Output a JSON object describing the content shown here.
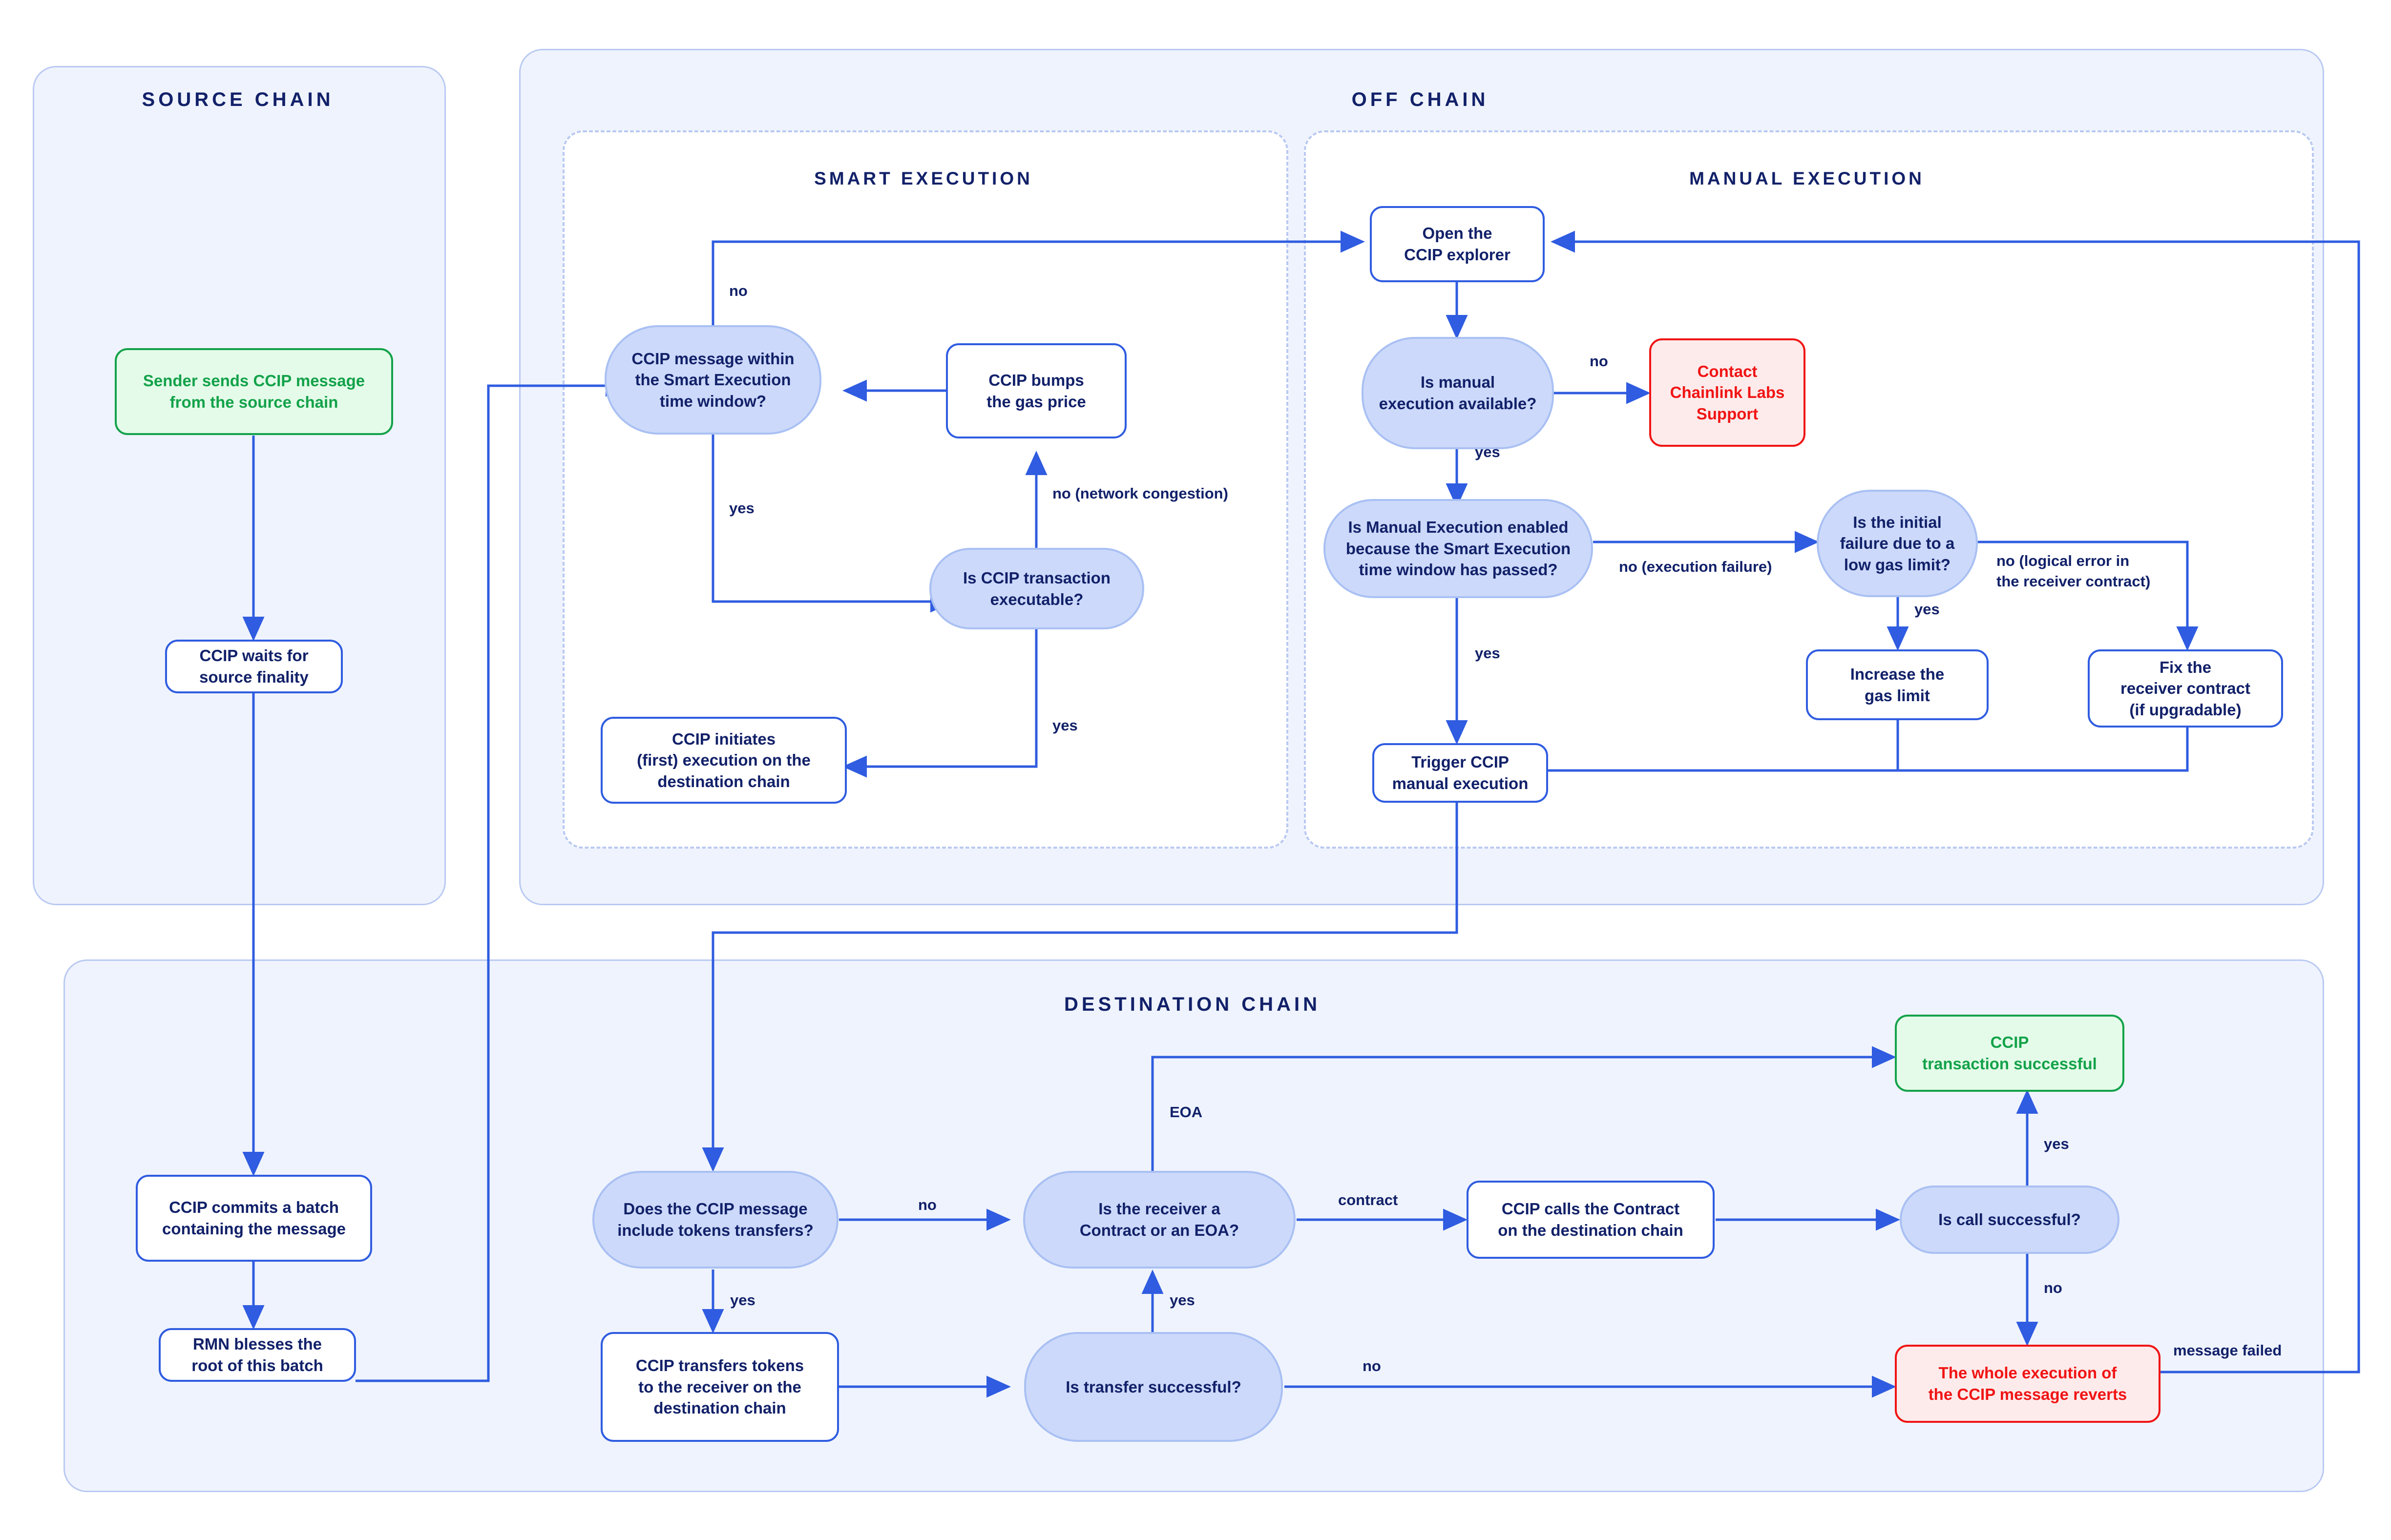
{
  "lanes": [
    {
      "id": "source-chain",
      "title": "SOURCE CHAIN"
    },
    {
      "id": "off-chain",
      "title": "OFF CHAIN"
    },
    {
      "id": "destination-chain",
      "title": "DESTINATION CHAIN"
    }
  ],
  "sublanes": [
    {
      "id": "smart-execution",
      "title": "SMART EXECUTION"
    },
    {
      "id": "manual-execution",
      "title": "MANUAL EXECUTION"
    }
  ],
  "nodes": {
    "sender_sends": "Sender sends CCIP message\nfrom the source chain",
    "waits_finality": "CCIP waits for\nsource finality",
    "commits_batch": "CCIP commits a batch\ncontaining the message",
    "rmn_blesses": "RMN blesses the\nroot of this batch",
    "within_window": "CCIP message within\nthe Smart Execution\ntime window?",
    "bumps_gas": "CCIP bumps\nthe gas price",
    "tx_executable": "Is CCIP transaction\nexecutable?",
    "initiates_exec": "CCIP initiates\n(first) execution on the\ndestination chain",
    "open_explorer": "Open the\nCCIP explorer",
    "manual_available": "Is manual\nexecution available?",
    "contact_support": "Contact\nChainlink Labs\nSupport",
    "manual_enabled": "Is Manual Execution enabled\nbecause the Smart Execution\ntime window has passed?",
    "initial_failure": "Is the initial\nfailure due to a\nlow gas limit?",
    "increase_gas": "Increase the\ngas limit",
    "fix_receiver": "Fix the\nreceiver contract\n(if upgradable)",
    "trigger_manual": "Trigger CCIP\nmanual execution",
    "include_tokens": "Does the CCIP message\ninclude tokens transfers?",
    "transfers_tokens": "CCIP transfers tokens\nto the receiver on the\ndestination chain",
    "transfer_successful": "Is transfer successful?",
    "receiver_type": "Is the receiver a\nContract or an EOA?",
    "calls_contract": "CCIP calls the Contract\non the destination chain",
    "call_successful": "Is call successful?",
    "tx_successful": "CCIP\ntransaction successful",
    "reverts": "The whole execution of\nthe CCIP message reverts"
  },
  "edge_labels": {
    "window_no": "no",
    "window_yes": "yes",
    "executable_no": "no (network congestion)",
    "executable_yes": "yes",
    "manual_available_no": "no",
    "manual_available_yes": "yes",
    "manual_enabled_no": "no (execution failure)",
    "manual_enabled_yes": "yes",
    "gas_limit_yes": "yes",
    "gas_limit_no": "no (logical error in\nthe receiver contract)",
    "tokens_no": "no",
    "tokens_yes": "yes",
    "transfer_yes": "yes",
    "transfer_no": "no",
    "receiver_eoa": "EOA",
    "receiver_contract": "contract",
    "call_yes": "yes",
    "call_no": "no",
    "message_failed": "message failed"
  },
  "colors": {
    "lane_fill": "#eff3fd",
    "lane_border": "#b9c9f2",
    "edge": "#2f5ce0",
    "decision_fill": "#ccd9fa",
    "text": "#122169",
    "success": "#13a24a",
    "error": "#f01414"
  }
}
